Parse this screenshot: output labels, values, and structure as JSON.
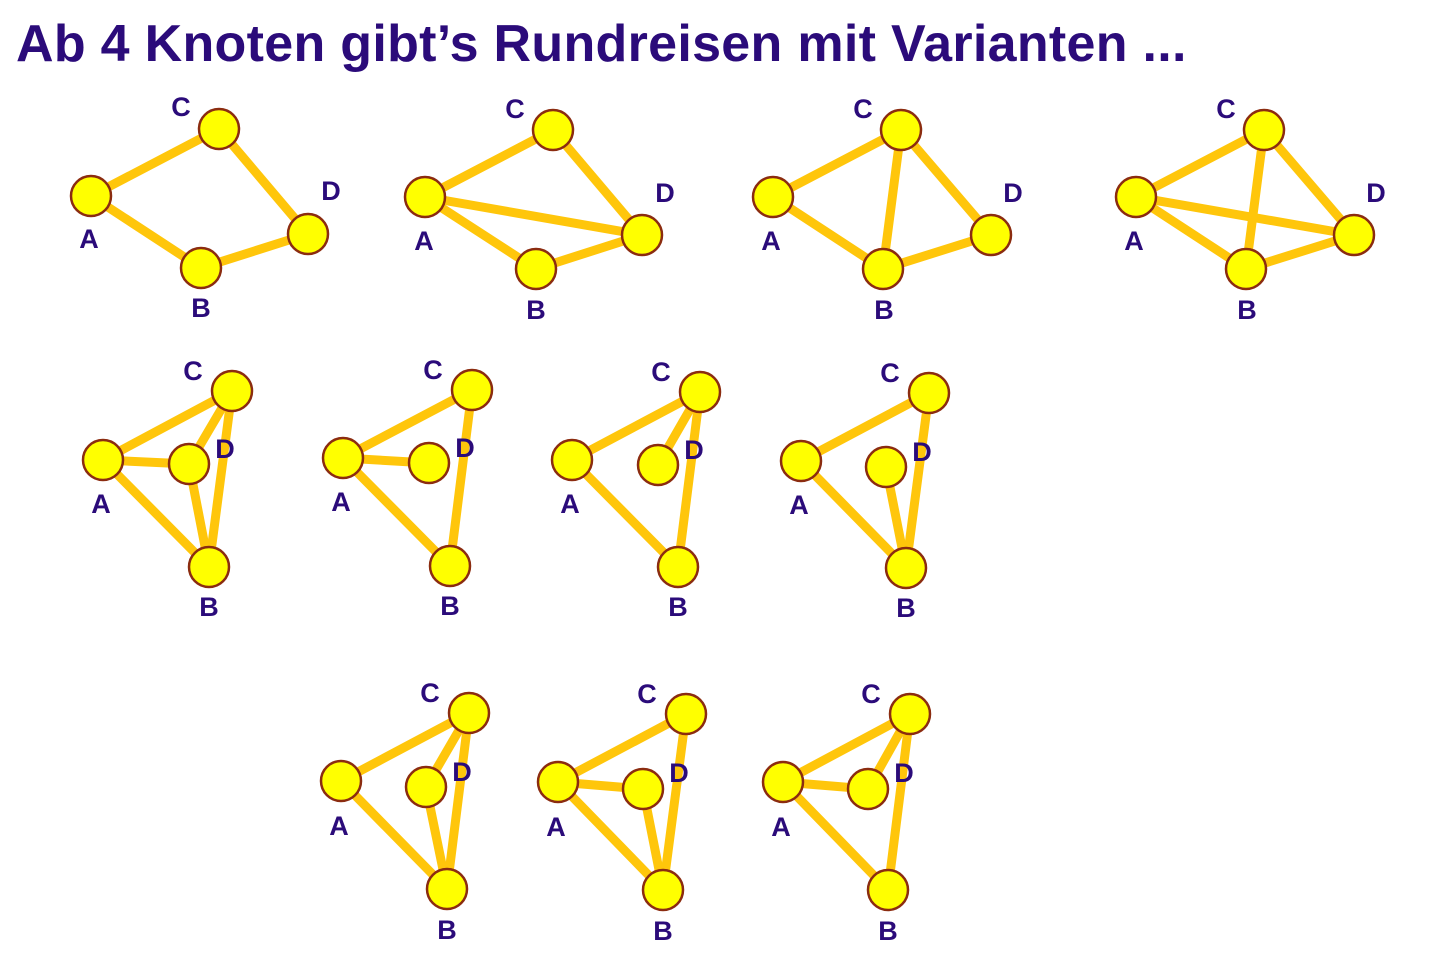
{
  "title": "Ab 4 Knoten gibt’s Rundreisen mit Varianten ...",
  "colors": {
    "text": "#2B0B7A",
    "edge": "#FFC60B",
    "node_fill": "#FFFF00",
    "node_stroke": "#8B2C10",
    "background": "#FFFFFF"
  },
  "node_labels": [
    "A",
    "B",
    "C",
    "D"
  ],
  "graphs": [
    {
      "id": "g1",
      "edges": [
        [
          "A",
          "C"
        ],
        [
          "C",
          "D"
        ],
        [
          "D",
          "B"
        ],
        [
          "B",
          "A"
        ]
      ]
    },
    {
      "id": "g2",
      "edges": [
        [
          "A",
          "C"
        ],
        [
          "C",
          "D"
        ],
        [
          "D",
          "B"
        ],
        [
          "B",
          "A"
        ],
        [
          "A",
          "D"
        ]
      ]
    },
    {
      "id": "g3",
      "edges": [
        [
          "A",
          "C"
        ],
        [
          "C",
          "D"
        ],
        [
          "D",
          "B"
        ],
        [
          "B",
          "A"
        ],
        [
          "C",
          "B"
        ]
      ]
    },
    {
      "id": "g4",
      "edges": [
        [
          "A",
          "C"
        ],
        [
          "C",
          "D"
        ],
        [
          "D",
          "B"
        ],
        [
          "B",
          "A"
        ],
        [
          "A",
          "D"
        ],
        [
          "C",
          "B"
        ]
      ]
    },
    {
      "id": "g5",
      "edges": [
        [
          "A",
          "C"
        ],
        [
          "A",
          "D"
        ],
        [
          "A",
          "B"
        ],
        [
          "C",
          "D"
        ],
        [
          "C",
          "B"
        ],
        [
          "D",
          "B"
        ]
      ]
    },
    {
      "id": "g6",
      "edges": [
        [
          "A",
          "C"
        ],
        [
          "A",
          "D"
        ],
        [
          "A",
          "B"
        ],
        [
          "C",
          "B"
        ]
      ]
    },
    {
      "id": "g7",
      "edges": [
        [
          "A",
          "C"
        ],
        [
          "A",
          "B"
        ],
        [
          "C",
          "D"
        ],
        [
          "C",
          "B"
        ]
      ]
    },
    {
      "id": "g8",
      "edges": [
        [
          "A",
          "C"
        ],
        [
          "A",
          "B"
        ],
        [
          "D",
          "B"
        ],
        [
          "C",
          "B"
        ]
      ]
    },
    {
      "id": "g9",
      "edges": [
        [
          "A",
          "C"
        ],
        [
          "A",
          "B"
        ],
        [
          "C",
          "D"
        ],
        [
          "D",
          "B"
        ],
        [
          "C",
          "B"
        ]
      ]
    },
    {
      "id": "g10",
      "edges": [
        [
          "A",
          "C"
        ],
        [
          "A",
          "D"
        ],
        [
          "A",
          "B"
        ],
        [
          "D",
          "B"
        ],
        [
          "C",
          "B"
        ]
      ]
    },
    {
      "id": "g11",
      "edges": [
        [
          "A",
          "C"
        ],
        [
          "A",
          "D"
        ],
        [
          "A",
          "B"
        ],
        [
          "C",
          "D"
        ],
        [
          "C",
          "B"
        ]
      ]
    }
  ]
}
